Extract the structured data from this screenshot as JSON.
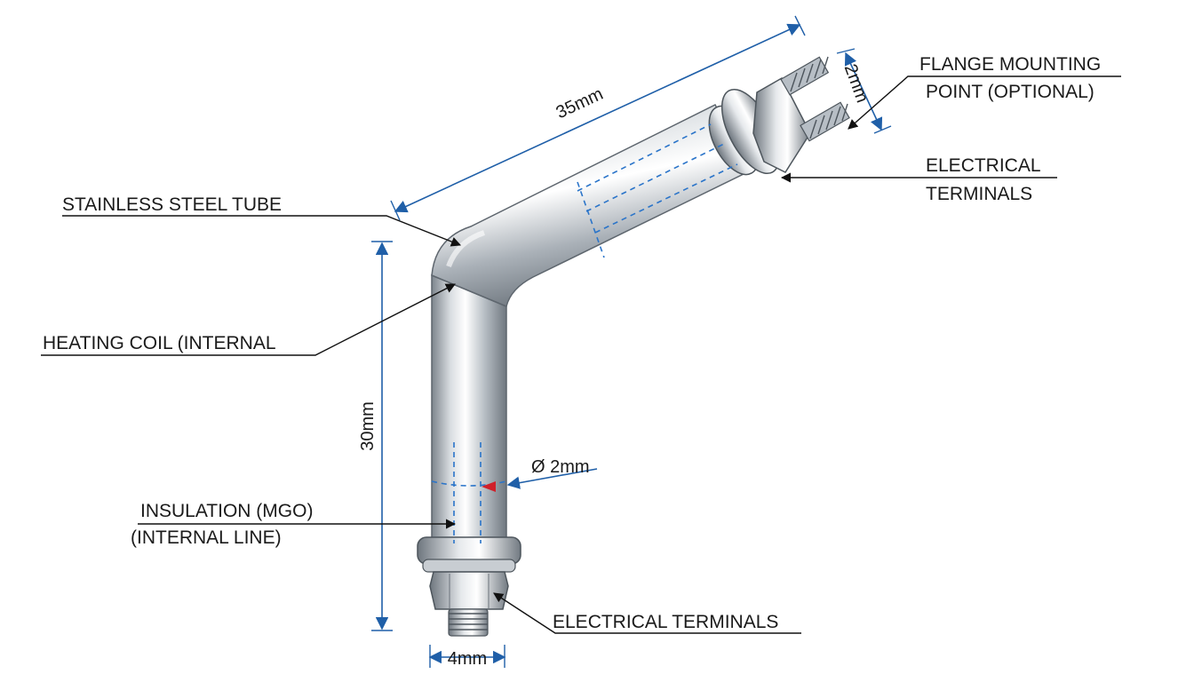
{
  "labels": {
    "stainless_steel_tube": "STAINLESS STEEL TUBE",
    "heating_coil": "HEATING COIL (INTERNAL",
    "insulation_line1": "INSULATION (MGO)",
    "insulation_line2": "(INTERNAL LINE)",
    "flange_line1": "FLANGE MOUNTING",
    "flange_line2": "POINT (OPTIONAL)",
    "electrical_top_line1": "ELECTRICAL",
    "electrical_top_line2": "TERMINALS",
    "electrical_bottom": "ELECTRICAL TERMINALS"
  },
  "dimensions": {
    "length_angled": "35mm",
    "length_vertical": "30mm",
    "terminal_spacing": "2mm",
    "tube_diameter": "Ø 2mm",
    "base_width": "4mm"
  },
  "colors": {
    "dimension_line": "#1f5fa8",
    "dashed_internal": "#2a74c9",
    "leader_line": "#111111",
    "steel_light": "#f4f6f8",
    "steel_dark": "#8c949c",
    "marker_red": "#d0202a"
  }
}
